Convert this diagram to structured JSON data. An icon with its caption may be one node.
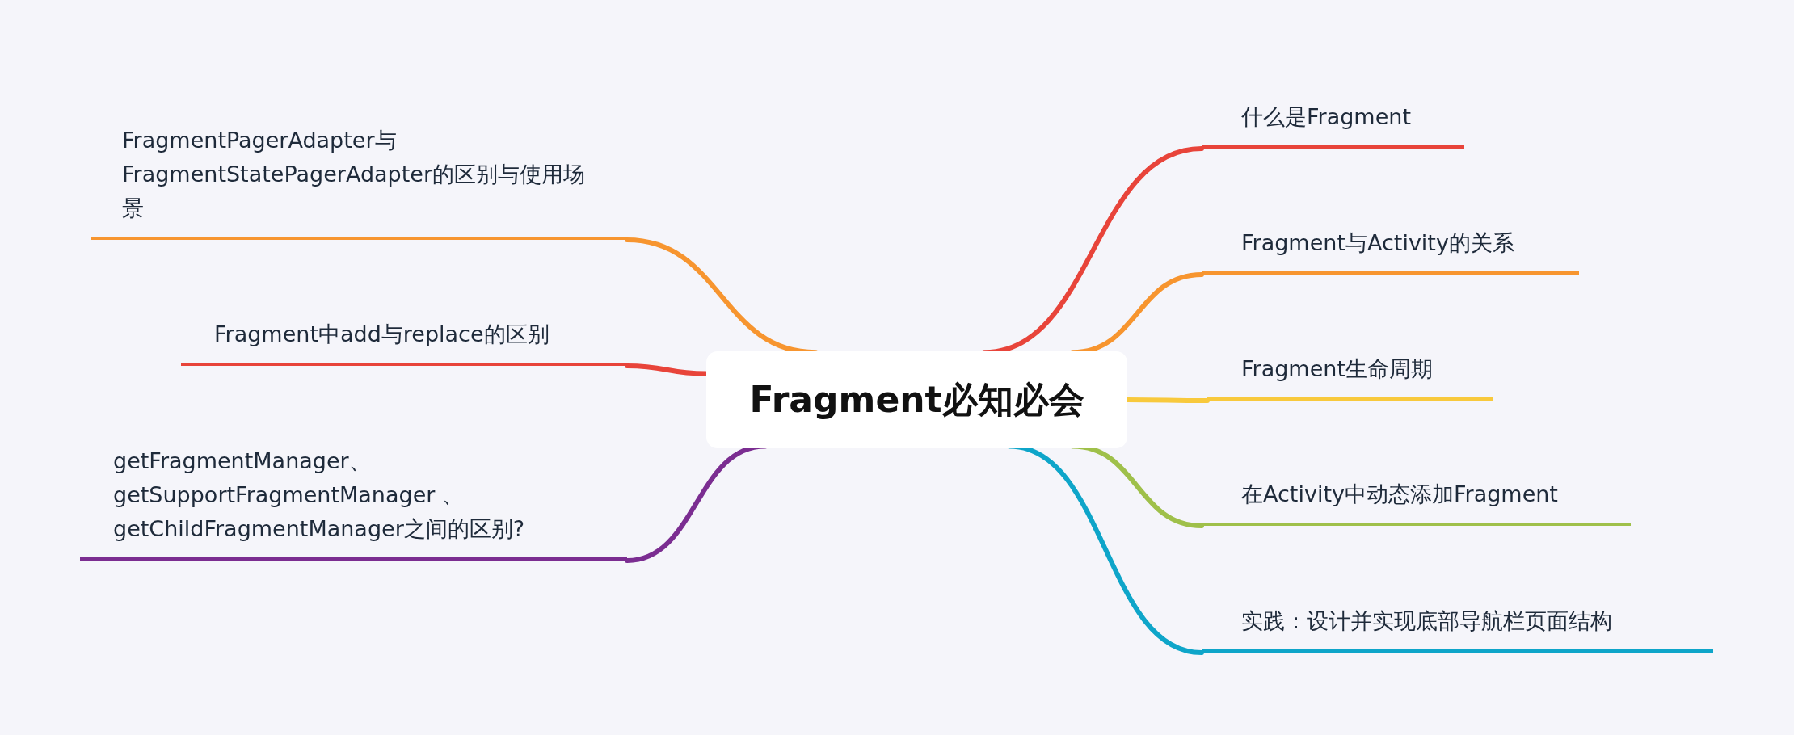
{
  "diagram": {
    "nodes": [
      {
        "text": [
          "Fragment必知必会"
        ]
      },
      {
        "text": [
          "什么是Fragment"
        ]
      },
      {
        "text": [
          "Fragment与Activity的关系"
        ]
      },
      {
        "text": [
          "Fragment生命周期"
        ]
      },
      {
        "text": [
          "在Activity中动态添加Fragment"
        ]
      },
      {
        "text": [
          "实践：设计并实现底部导航栏页面结构"
        ]
      },
      {
        "text": [
          "FragmentPagerAdapter与 FragmentStatePagerAdapter的区别与使用场景"
        ]
      },
      {
        "text": [
          "Fragment中add与replace的区别"
        ]
      },
      {
        "text": [
          "getFragmentManager、 getSupportFragmentManager 、 getChildFragmentManager之间的区别?"
        ]
      }
    ],
    "edges": [
      {
        "from": 0,
        "to": 1,
        "arrow": "none",
        "color": "#e8443a"
      },
      {
        "from": 0,
        "to": 2,
        "arrow": "none",
        "color": "#f7952f"
      },
      {
        "from": 0,
        "to": 3,
        "arrow": "none",
        "color": "#f8c93c"
      },
      {
        "from": 0,
        "to": 4,
        "arrow": "none",
        "color": "#9fc04a"
      },
      {
        "from": 0,
        "to": 5,
        "arrow": "none",
        "color": "#0ea5c9"
      },
      {
        "from": 0,
        "to": 6,
        "arrow": "none",
        "color": "#f7952f"
      },
      {
        "from": 0,
        "to": 7,
        "arrow": "none",
        "color": "#e8443a"
      },
      {
        "from": 0,
        "to": 8,
        "arrow": "none",
        "color": "#7b2d91"
      }
    ]
  }
}
